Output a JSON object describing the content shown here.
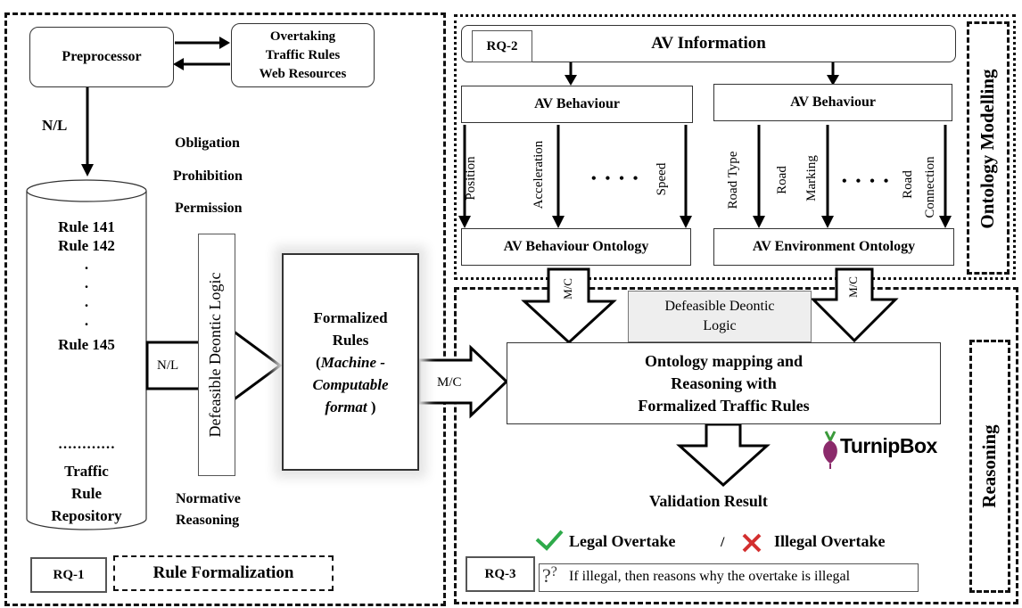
{
  "rq1": {
    "preprocessor": "Preprocessor",
    "web_resources": [
      "Overtaking",
      "Traffic Rules",
      "Web Resources"
    ],
    "nl_top": "N/L",
    "deontic_terms": [
      "Obligation",
      "Prohibition",
      "Permission"
    ],
    "repository": {
      "rules": [
        "Rule 141",
        "Rule 142",
        ".",
        ".",
        ".",
        ".",
        "Rule 145"
      ],
      "separator": "…………",
      "name": [
        "Traffic",
        "Rule",
        "Repository"
      ]
    },
    "nl_arrow": "N/L",
    "defeasible_logic": "Defeasible Deontic Logic",
    "formalized": {
      "line1": "Formalized",
      "line2": "Rules",
      "line3_paren": "(",
      "line3": "Machine -",
      "line4": "Computable",
      "line5": "format",
      "line5_paren": " )"
    },
    "normative": [
      "Normative",
      "Reasoning"
    ],
    "label": "RQ-1",
    "title": "Rule Formalization"
  },
  "rq2": {
    "label": "RQ-2",
    "av_information": "AV Information",
    "behaviour_left": "AV Behaviour",
    "behaviour_right": "AV Behaviour",
    "left_attrs": [
      "Position",
      "Acceleration",
      "Speed"
    ],
    "right_attrs": [
      "Road Type",
      "Road",
      "Marking",
      "Road",
      "Connection"
    ],
    "dots": "• • • •",
    "ontology_left": "AV Behaviour Ontology",
    "ontology_right": "AV Environment Ontology",
    "side_title": "Ontology Modelling"
  },
  "rq3": {
    "mc_left": "M/C",
    "mc_right": "M/C",
    "mc_in": "M/C",
    "defeasible": [
      "Defeasible Deontic",
      "Logic"
    ],
    "mapping": [
      "Ontology mapping and",
      "Reasoning with",
      "Formalized Traffic Rules"
    ],
    "logo": "TurnipBox",
    "validation": "Validation Result",
    "legal": "Legal Overtake",
    "slash": "/",
    "illegal": "Illegal Overtake",
    "reasons_icon": "?",
    "reasons": "If illegal, then reasons why the overtake is illegal",
    "label": "RQ-3",
    "side_title": "Reasoning"
  },
  "colors": {
    "check": "#2eaa4a",
    "cross": "#d32f2f",
    "turnip": "#8b2a6b",
    "leaf": "#3a9a3a"
  }
}
